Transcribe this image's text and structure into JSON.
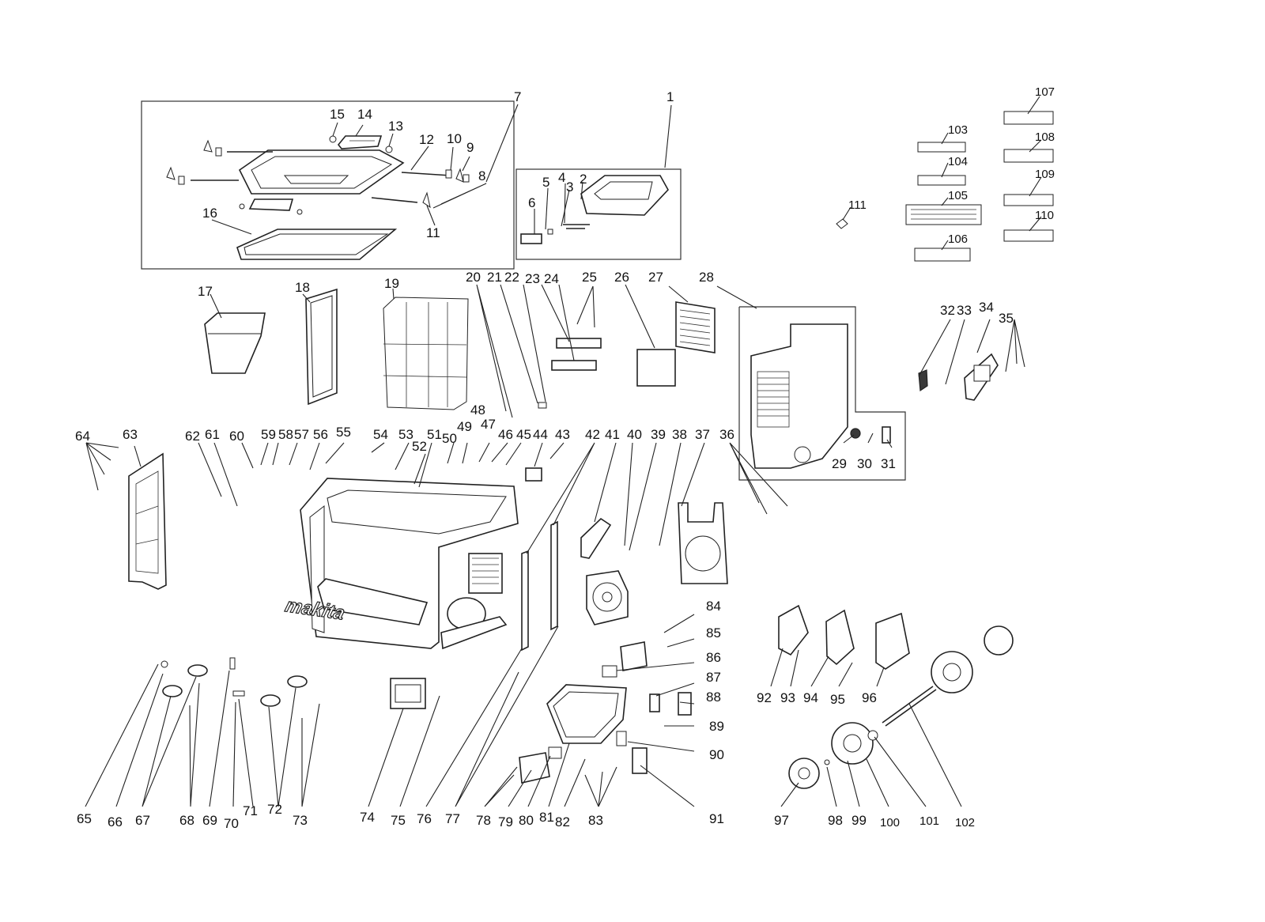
{
  "labels": {
    "l1": "1",
    "l2": "2",
    "l3": "3",
    "l4": "4",
    "l5": "5",
    "l6": "6",
    "l7": "7",
    "l8": "8",
    "l9": "9",
    "l10": "10",
    "l11": "11",
    "l12": "12",
    "l13": "13",
    "l14": "14",
    "l15": "15",
    "l16": "16",
    "l17": "17",
    "l18": "18",
    "l19": "19",
    "l20": "20",
    "l21": "21",
    "l22": "22",
    "l23": "23",
    "l24": "24",
    "l25": "25",
    "l26": "26",
    "l27": "27",
    "l28": "28",
    "l29": "29",
    "l30": "30",
    "l31": "31",
    "l32": "32",
    "l33": "33",
    "l34": "34",
    "l35": "35",
    "l36": "36",
    "l37": "37",
    "l38": "38",
    "l39": "39",
    "l40": "40",
    "l41": "41",
    "l42": "42",
    "l43": "43",
    "l44": "44",
    "l45": "45",
    "l46": "46",
    "l47": "47",
    "l48": "48",
    "l49": "49",
    "l50": "50",
    "l51": "51",
    "l52": "52",
    "l53": "53",
    "l54": "54",
    "l55": "55",
    "l56": "56",
    "l57": "57",
    "l58": "58",
    "l59": "59",
    "l60": "60",
    "l61": "61",
    "l62": "62",
    "l63": "63",
    "l64": "64",
    "l65": "65",
    "l66": "66",
    "l67": "67",
    "l68": "68",
    "l69": "69",
    "l70": "70",
    "l71": "71",
    "l72": "72",
    "l73": "73",
    "l74": "74",
    "l75": "75",
    "l76": "76",
    "l77": "77",
    "l78": "78",
    "l79": "79",
    "l80": "80",
    "l81": "81",
    "l82": "82",
    "l83": "83",
    "l84": "84",
    "l85": "85",
    "l86": "86",
    "l87": "87",
    "l88": "88",
    "l89": "89",
    "l90": "90",
    "l91": "91",
    "l92": "92",
    "l93": "93",
    "l94": "94",
    "l95": "95",
    "l96": "96",
    "l97": "97",
    "l98": "98",
    "l99": "99",
    "l100": "100",
    "l101": "101",
    "l102": "102",
    "l103": "103",
    "l104": "104",
    "l105": "105",
    "l106": "106",
    "l107": "107",
    "l108": "108",
    "l109": "109",
    "l110": "110",
    "l111": "111"
  },
  "brand_logo": "makita"
}
